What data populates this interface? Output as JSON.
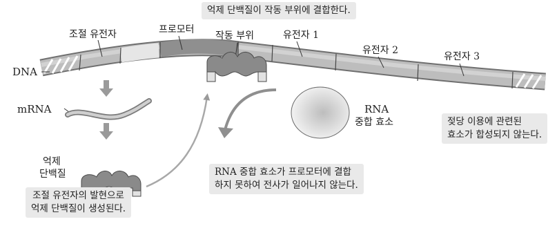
{
  "labels": {
    "dna": "DNA",
    "regulatory_gene": "조절 유전자",
    "promoter": "프로모터",
    "operator": "작동 부위",
    "gene1": "유전자 1",
    "gene2": "유전자 2",
    "gene3": "유전자 3",
    "mrna": "mRNA",
    "repressor_line1": "억제",
    "repressor_line2": "단백질",
    "polymerase_line1": "RNA",
    "polymerase_line2": "중합 효소"
  },
  "notes": {
    "top": "억제 단백질이 작동 부위에 결합한다.",
    "bottom_left_line1": "조절 유전자의 발현으로",
    "bottom_left_line2": "억제 단백질이 생성된다.",
    "middle_line1": "RNA 중합 효소가 프로모터에 결합",
    "middle_line2": "하지 못하여 전사가 일어나지 않는다.",
    "right_line1": "젖당 이용에 관련된",
    "right_line2": "효소가 합성되지 않는다."
  }
}
